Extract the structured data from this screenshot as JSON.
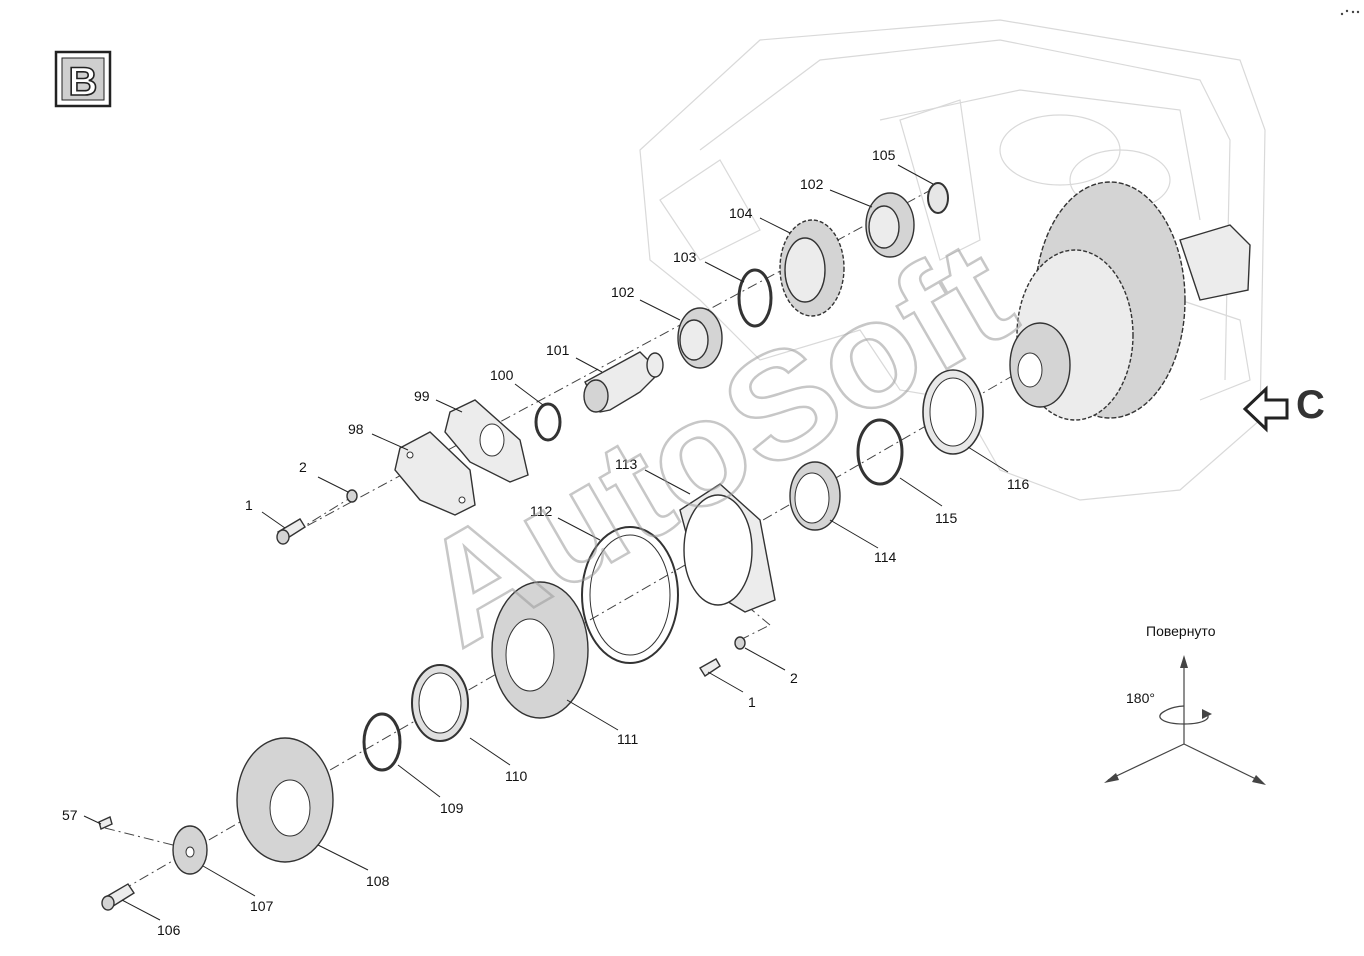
{
  "view_badge": "B",
  "view_ref": "C",
  "watermark": "AutoSoft",
  "rotation": {
    "caption": "Повернуто",
    "angle": "180°"
  },
  "parts": [
    {
      "id": "p1a",
      "label": "1"
    },
    {
      "id": "p2a",
      "label": "2"
    },
    {
      "id": "p98",
      "label": "98"
    },
    {
      "id": "p99",
      "label": "99"
    },
    {
      "id": "p100",
      "label": "100"
    },
    {
      "id": "p101",
      "label": "101"
    },
    {
      "id": "p102a",
      "label": "102"
    },
    {
      "id": "p103",
      "label": "103"
    },
    {
      "id": "p104",
      "label": "104"
    },
    {
      "id": "p102b",
      "label": "102"
    },
    {
      "id": "p105",
      "label": "105"
    },
    {
      "id": "p113",
      "label": "113"
    },
    {
      "id": "p112",
      "label": "112"
    },
    {
      "id": "p114",
      "label": "114"
    },
    {
      "id": "p115",
      "label": "115"
    },
    {
      "id": "p116",
      "label": "116"
    },
    {
      "id": "p2b",
      "label": "2"
    },
    {
      "id": "p1b",
      "label": "1"
    },
    {
      "id": "p111",
      "label": "111"
    },
    {
      "id": "p110",
      "label": "110"
    },
    {
      "id": "p109",
      "label": "109"
    },
    {
      "id": "p108",
      "label": "108"
    },
    {
      "id": "p107",
      "label": "107"
    },
    {
      "id": "p106",
      "label": "106"
    },
    {
      "id": "p57",
      "label": "57"
    }
  ]
}
